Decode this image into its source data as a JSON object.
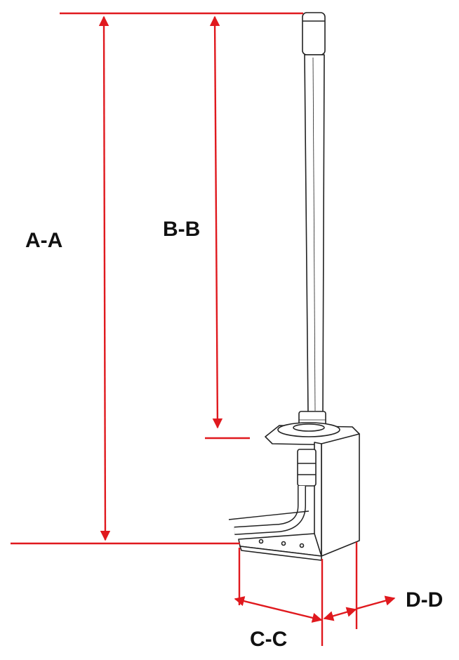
{
  "diagram": {
    "labels": {
      "aa": "A-A",
      "bb": "B-B",
      "cc": "C-C",
      "dd": "D-D"
    },
    "colors": {
      "dimension": "#e0191e",
      "outline": "#222222",
      "background": "#ffffff"
    }
  }
}
